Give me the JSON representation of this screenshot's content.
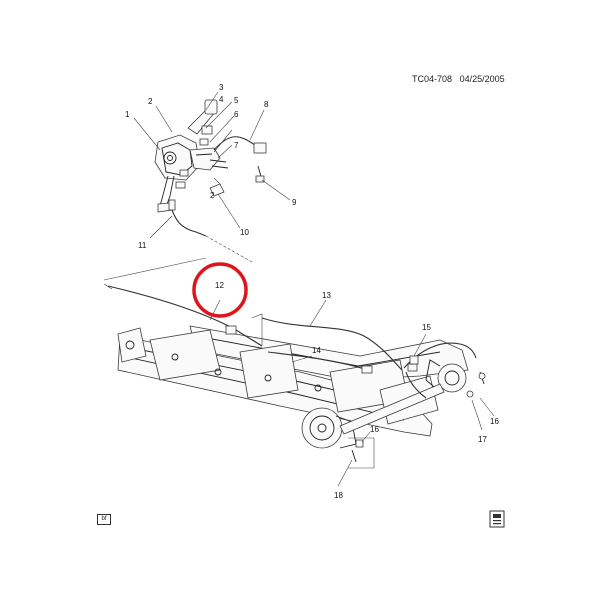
{
  "header": {
    "ref_code": "TC04-708",
    "date": "04/25/2005"
  },
  "callouts": [
    "1",
    "2",
    "3",
    "4",
    "5",
    "6",
    "7",
    "8",
    "2",
    "9",
    "10",
    "11",
    "12",
    "13",
    "14",
    "15",
    "16",
    "16",
    "17",
    "18"
  ],
  "highlight": {
    "label": "12",
    "color": "#e0141b"
  },
  "badges": {
    "left": "bf"
  },
  "colors": {
    "line": "#222222",
    "highlight": "#e0141b"
  }
}
